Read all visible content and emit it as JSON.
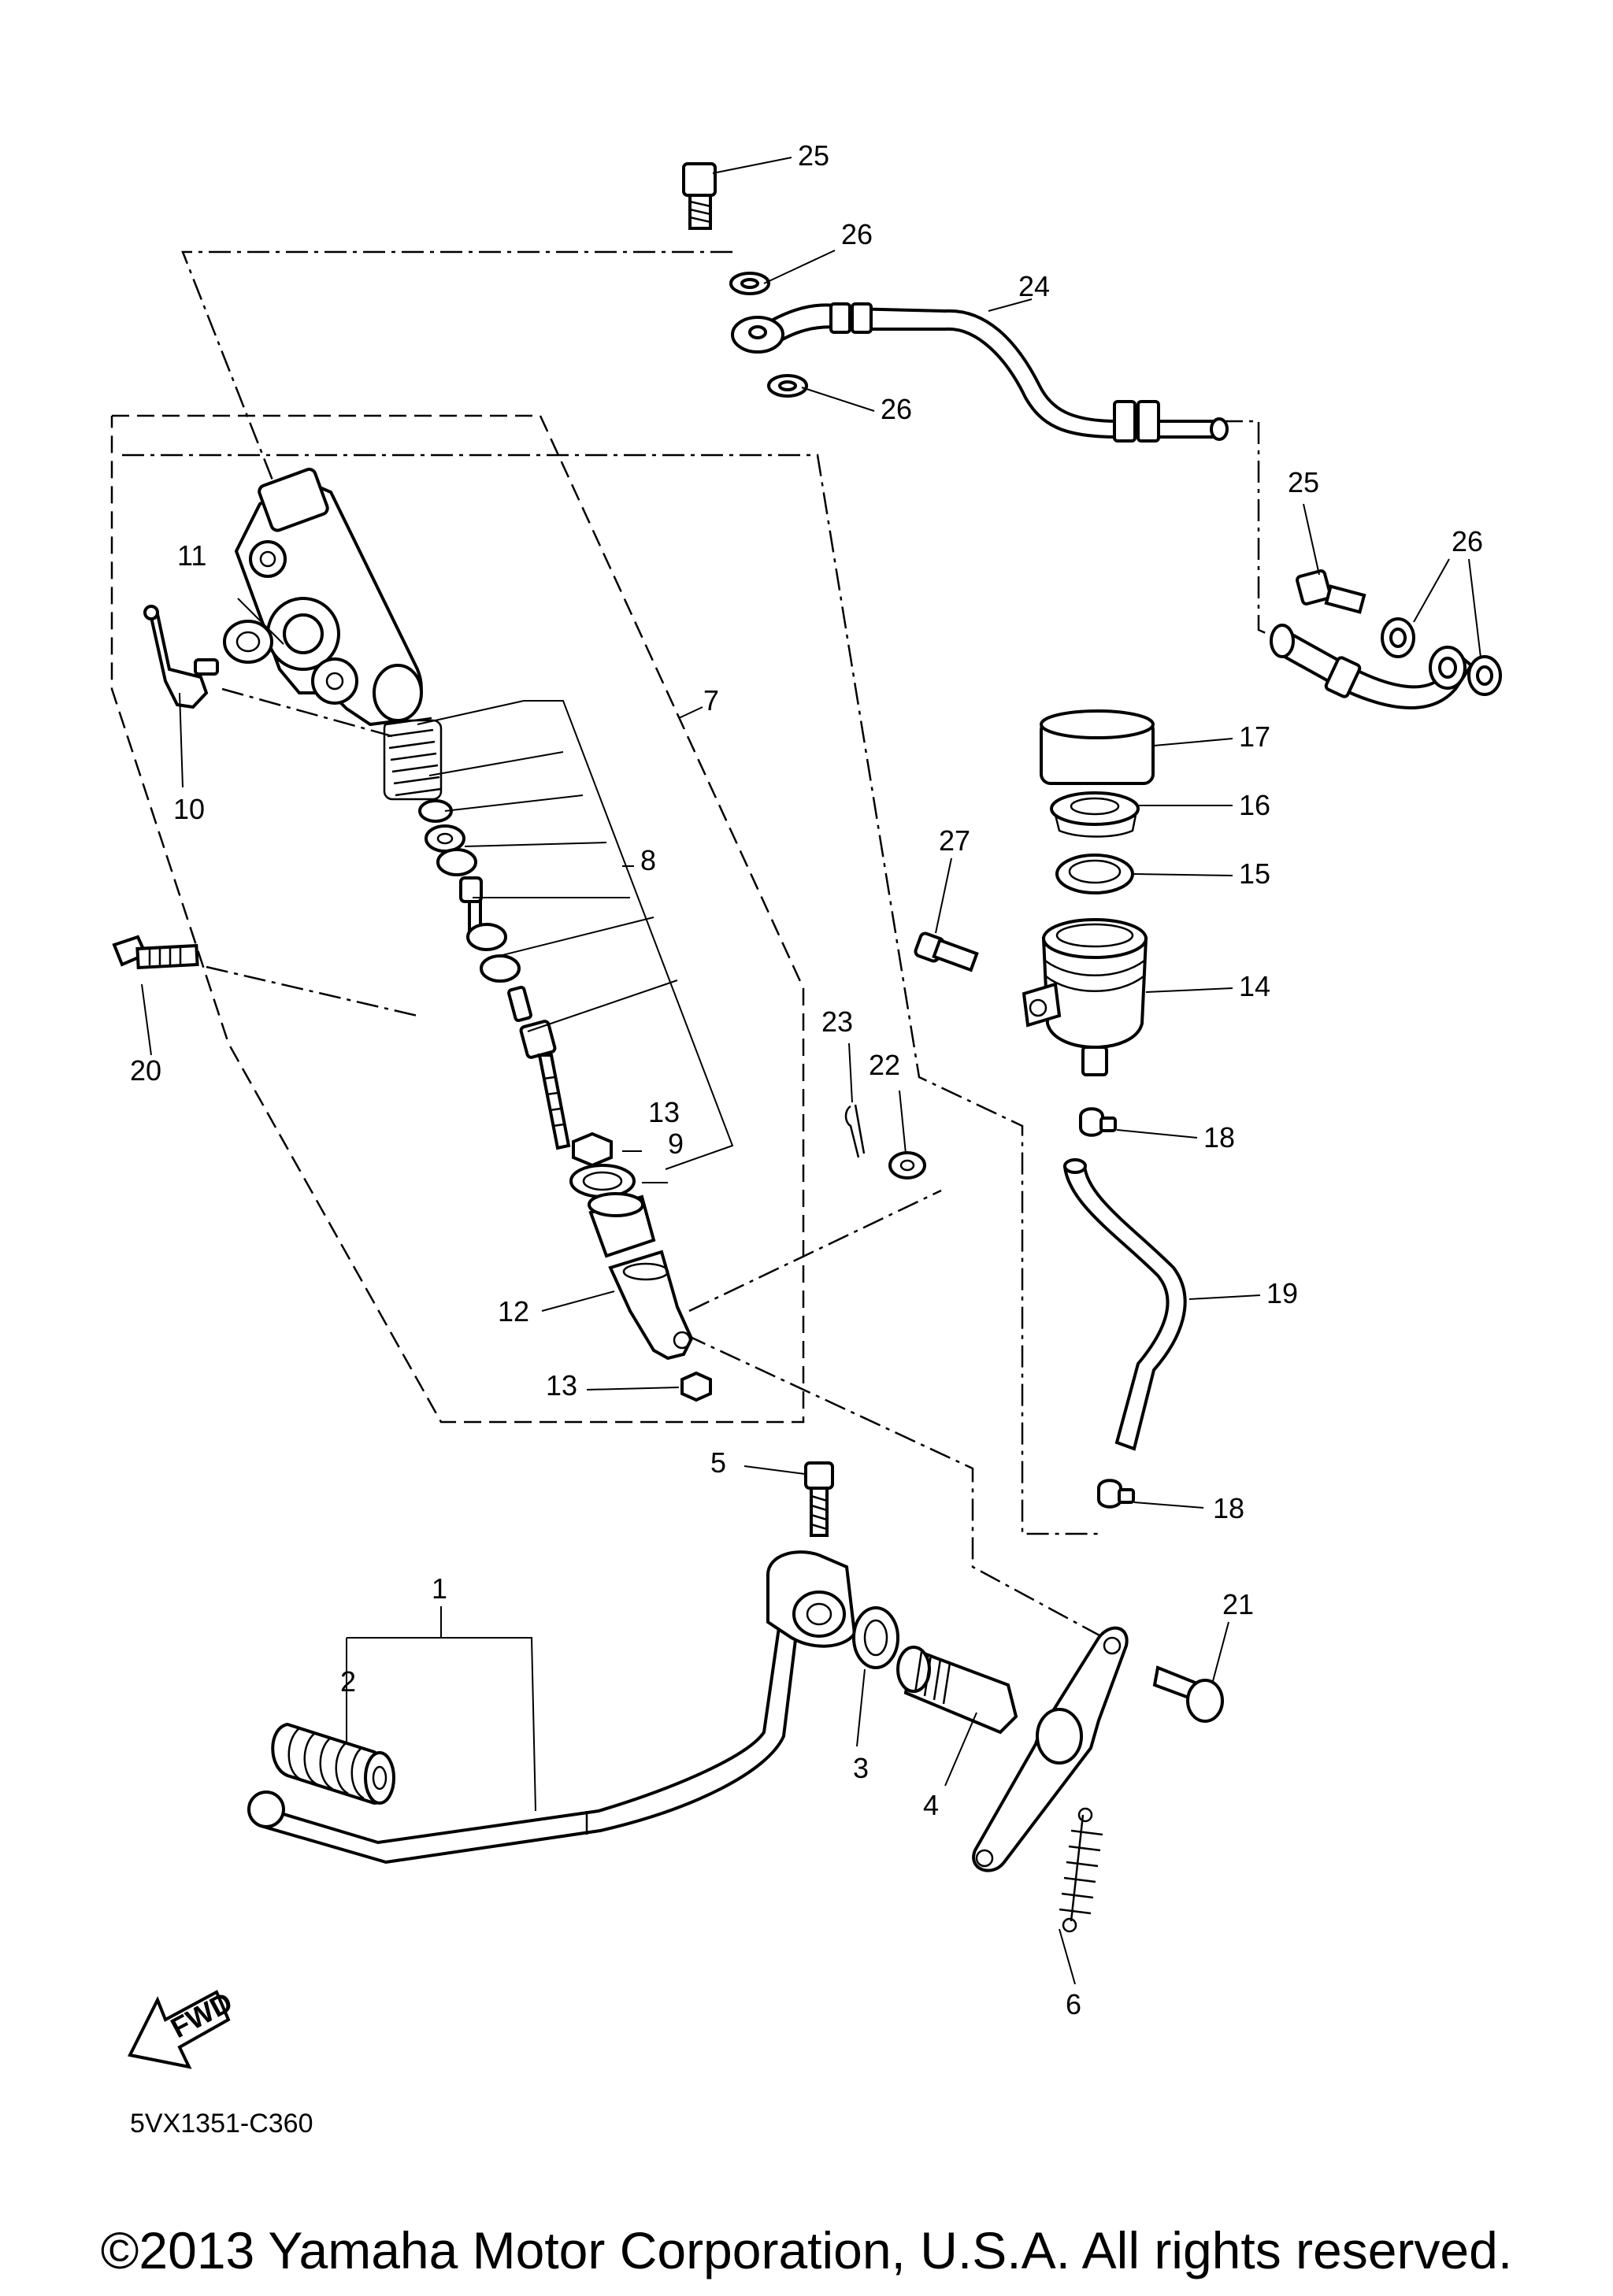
{
  "diagram": {
    "callouts": {
      "n1": "1",
      "n2": "2",
      "n3": "3",
      "n4": "4",
      "n5": "5",
      "n6": "6",
      "n7": "7",
      "n8": "8",
      "n9": "9",
      "n10": "10",
      "n11": "11",
      "n12": "12",
      "n13a": "13",
      "n13b": "13",
      "n14": "14",
      "n15": "15",
      "n16": "16",
      "n17": "17",
      "n18a": "18",
      "n18b": "18",
      "n19": "19",
      "n20": "20",
      "n21": "21",
      "n22": "22",
      "n23": "23",
      "n24": "24",
      "n25a": "25",
      "n25b": "25",
      "n26a": "26",
      "n26b": "26",
      "n26c": "26",
      "n27": "27"
    },
    "fwd_label": "FWD",
    "diagram_code": "5VX1351-C360",
    "copyright": "©2013 Yamaha Motor Corporation, U.S.A. All rights reserved."
  }
}
